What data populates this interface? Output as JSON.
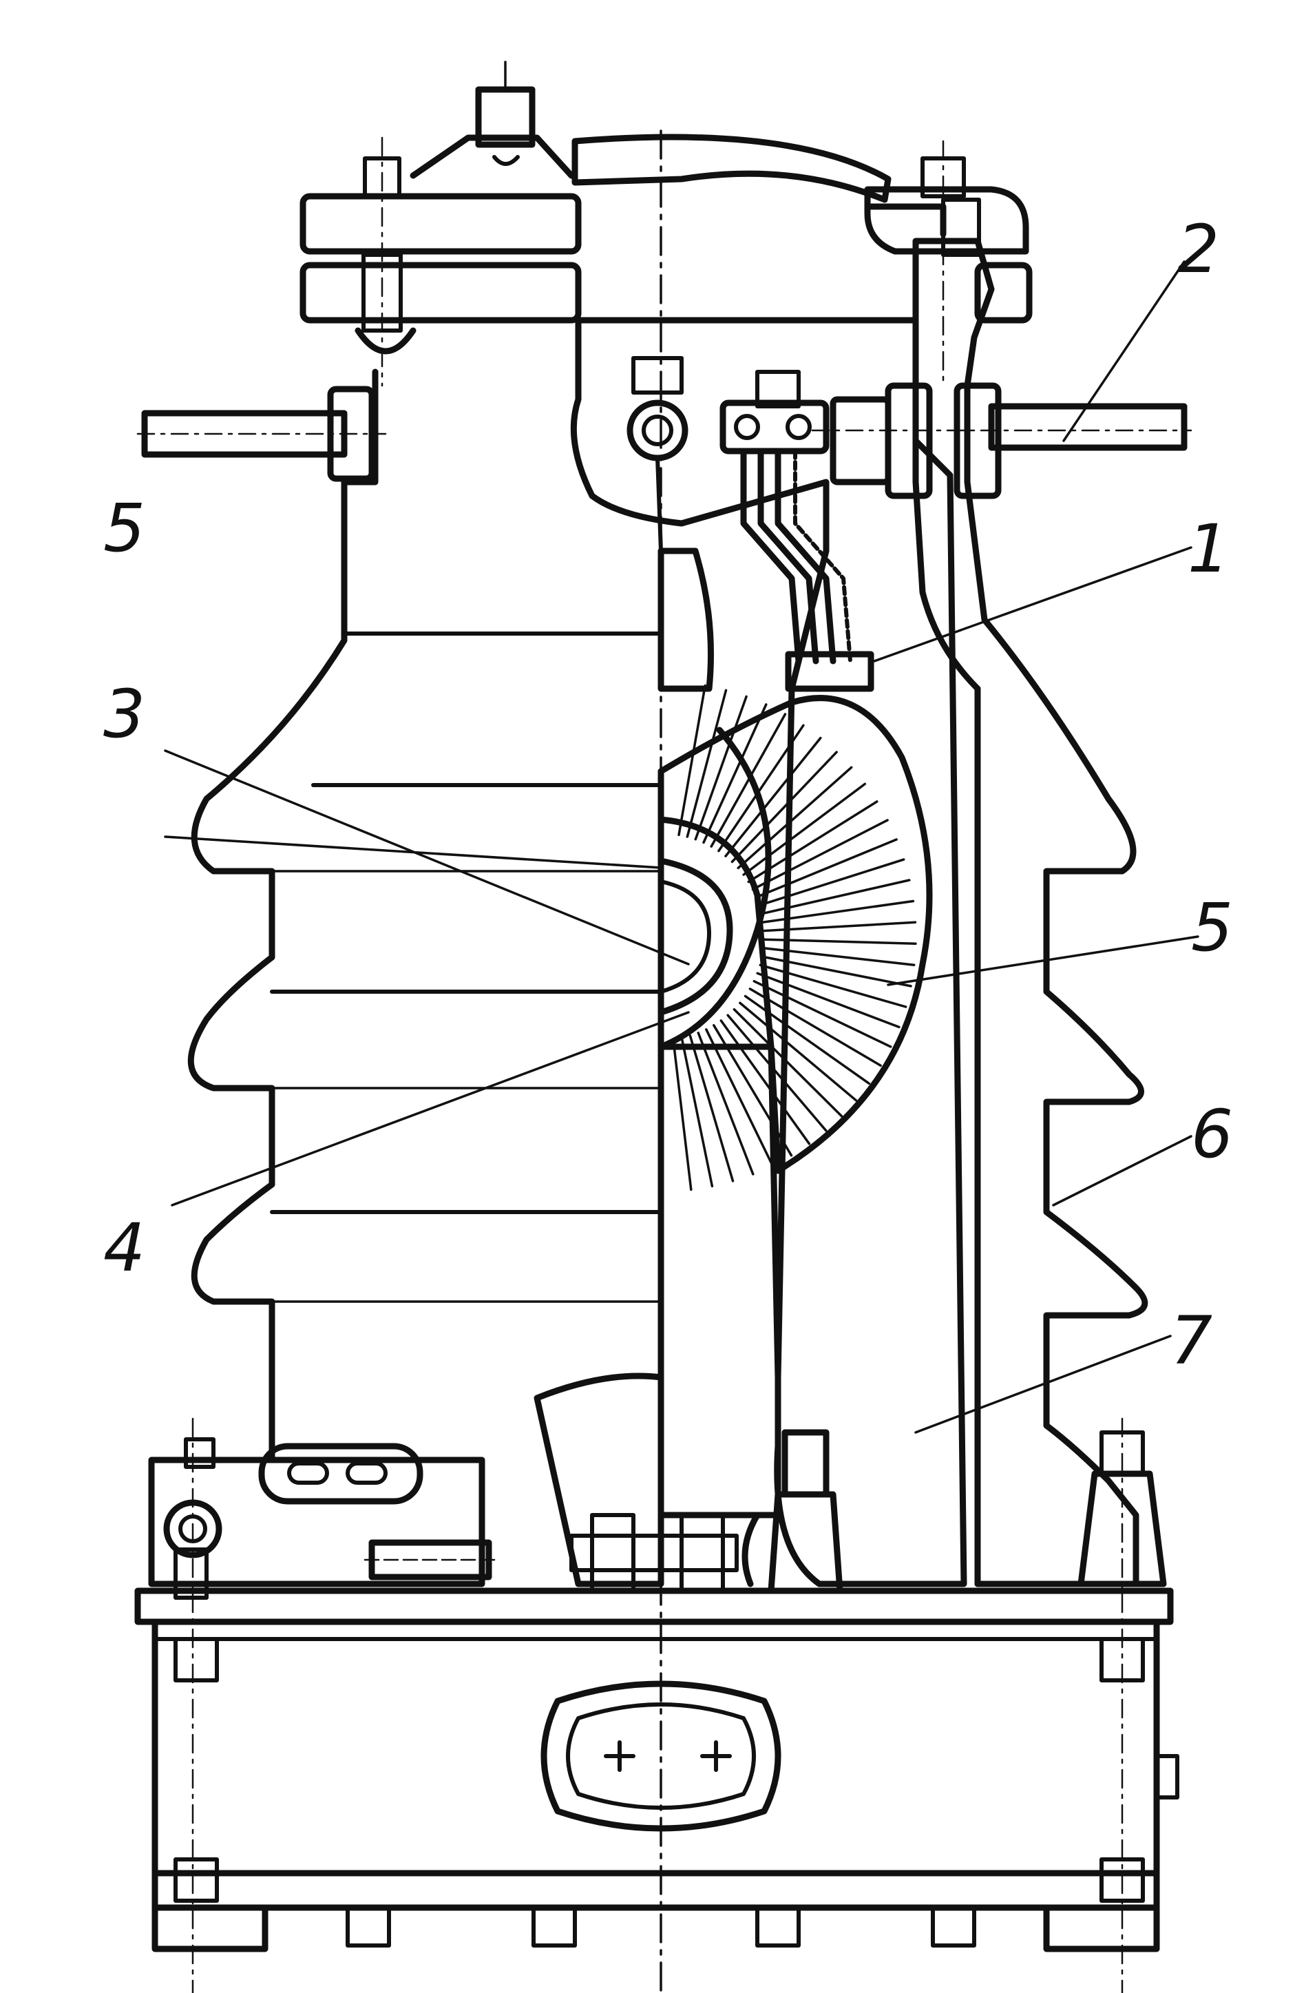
{
  "callouts": [
    {
      "id": "1",
      "text": "1"
    },
    {
      "id": "2",
      "text": "2"
    },
    {
      "id": "3",
      "text": "3"
    },
    {
      "id": "4",
      "text": "4"
    },
    {
      "id": "5a",
      "text": "5"
    },
    {
      "id": "5b",
      "text": "5"
    },
    {
      "id": "6",
      "text": "6"
    },
    {
      "id": "7",
      "text": "7"
    }
  ],
  "colors": {
    "ink": "#111111",
    "paper": "#ffffff"
  }
}
